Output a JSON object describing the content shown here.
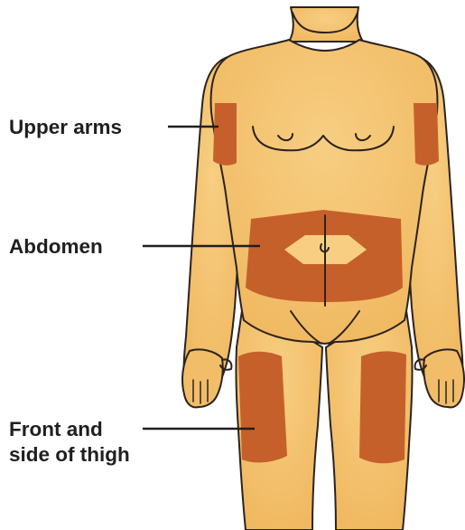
{
  "colors": {
    "skin": "#F2BD68",
    "skin_highlight": "#F6CC7E",
    "outline": "#2B2320",
    "injection_zone": "#C6602A",
    "leader_line": "#1f1f1f",
    "background": "#FFFFFF"
  },
  "labels": {
    "upper_arms": "Upper arms",
    "abdomen": "Abdomen",
    "thigh_line1": "Front and",
    "thigh_line2": "side of thigh"
  }
}
